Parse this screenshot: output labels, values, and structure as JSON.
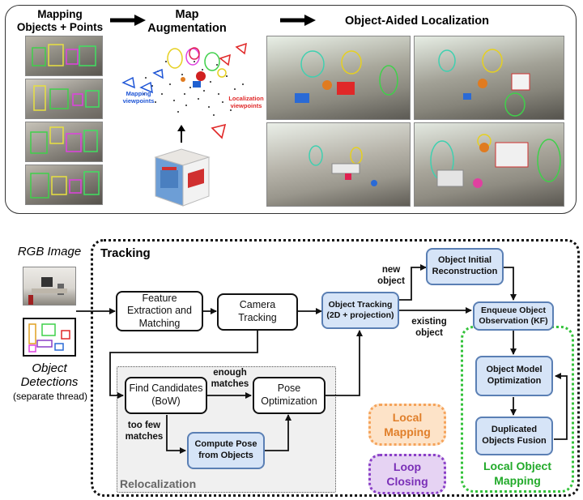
{
  "top": {
    "mapping_title": "Mapping\nObjects + Points",
    "augmentation_title": "Map\nAugmentation",
    "localization_title": "Object-Aided Localization",
    "mapping_viewpoints": "Mapping\nviewpoints",
    "localization_viewpoints": "Localization\nviewpoints"
  },
  "pipeline": {
    "rgb_image": "RGB Image",
    "object_detections": "Object\nDetections",
    "separate_thread": "(separate thread)",
    "tracking_title": "Tracking",
    "feature_extraction": "Feature\nExtraction and\nMatching",
    "camera_tracking": "Camera\nTracking",
    "object_tracking": "Object Tracking\n(2D + projection)",
    "new_object": "new\nobject",
    "existing_object": "existing\nobject",
    "object_initial_reconstruction": "Object Initial\nReconstruction",
    "enqueue_object": "Enqueue Object\nObservation (KF)",
    "object_model_optimization": "Object Model\nOptimization",
    "duplicated_fusion": "Duplicated\nObjects Fusion",
    "local_object_mapping": "Local Object\nMapping",
    "find_candidates": "Find Candidates\n(BoW)",
    "enough_matches": "enough\nmatches",
    "pose_optimization": "Pose\nOptimization",
    "too_few_matches": "too few\nmatches",
    "compute_pose": "Compute Pose\nfrom Objects",
    "relocalization": "Relocalization",
    "local_mapping": "Local\nMapping",
    "loop_closing": "Loop\nClosing"
  },
  "colors": {
    "blue_fill": "#d6e4f7",
    "blue_border": "#5a7fb4",
    "orange": "#f5a35a",
    "orange_fill": "#fde3c8",
    "purple": "#8a3fc7",
    "purple_fill": "#e6d3f3",
    "green": "#33c23a",
    "green_text": "#22aa2a",
    "reloc_fill": "#f0f0f0"
  }
}
